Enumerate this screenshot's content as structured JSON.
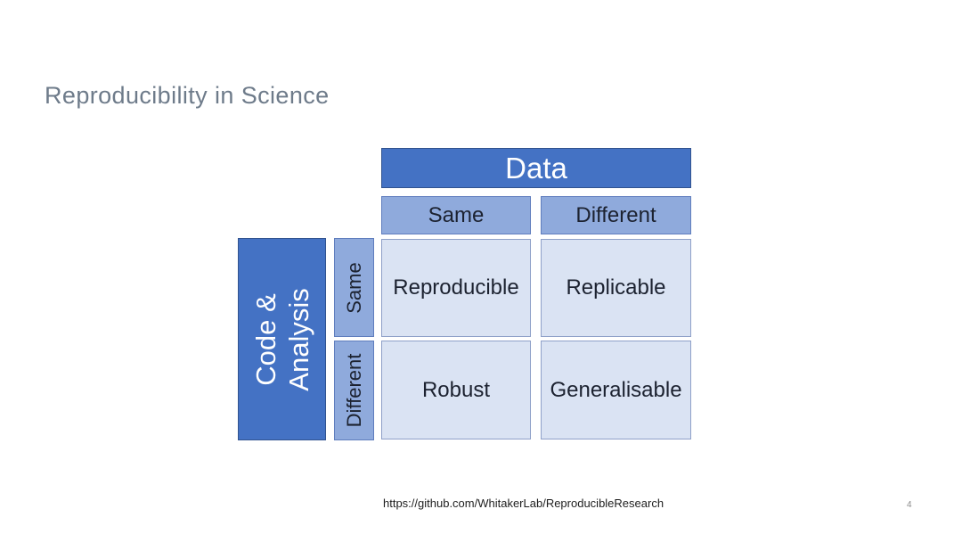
{
  "slide": {
    "title": "Reproducibility in Science",
    "footer_url": "https://github.com/WhitakerLab/ReproducibleResearch",
    "page_number": "4"
  },
  "matrix": {
    "col_axis": {
      "label": "Data",
      "headers": [
        "Same",
        "Different"
      ]
    },
    "row_axis": {
      "label_lines": [
        "Code &",
        "Analysis"
      ],
      "headers": [
        "Same",
        "Different"
      ]
    },
    "cells": [
      [
        "Reproducible",
        "Replicable"
      ],
      [
        "Robust",
        "Generalisable"
      ]
    ]
  },
  "colors": {
    "axis_header_fill": "#4472c4",
    "sub_header_fill": "#8faadc",
    "cell_fill": "#dae3f3",
    "cell_border": "#8ea0c8",
    "title_text": "#6e7b8a",
    "cell_text": "#1c2230",
    "axis_header_text": "#ffffff"
  }
}
